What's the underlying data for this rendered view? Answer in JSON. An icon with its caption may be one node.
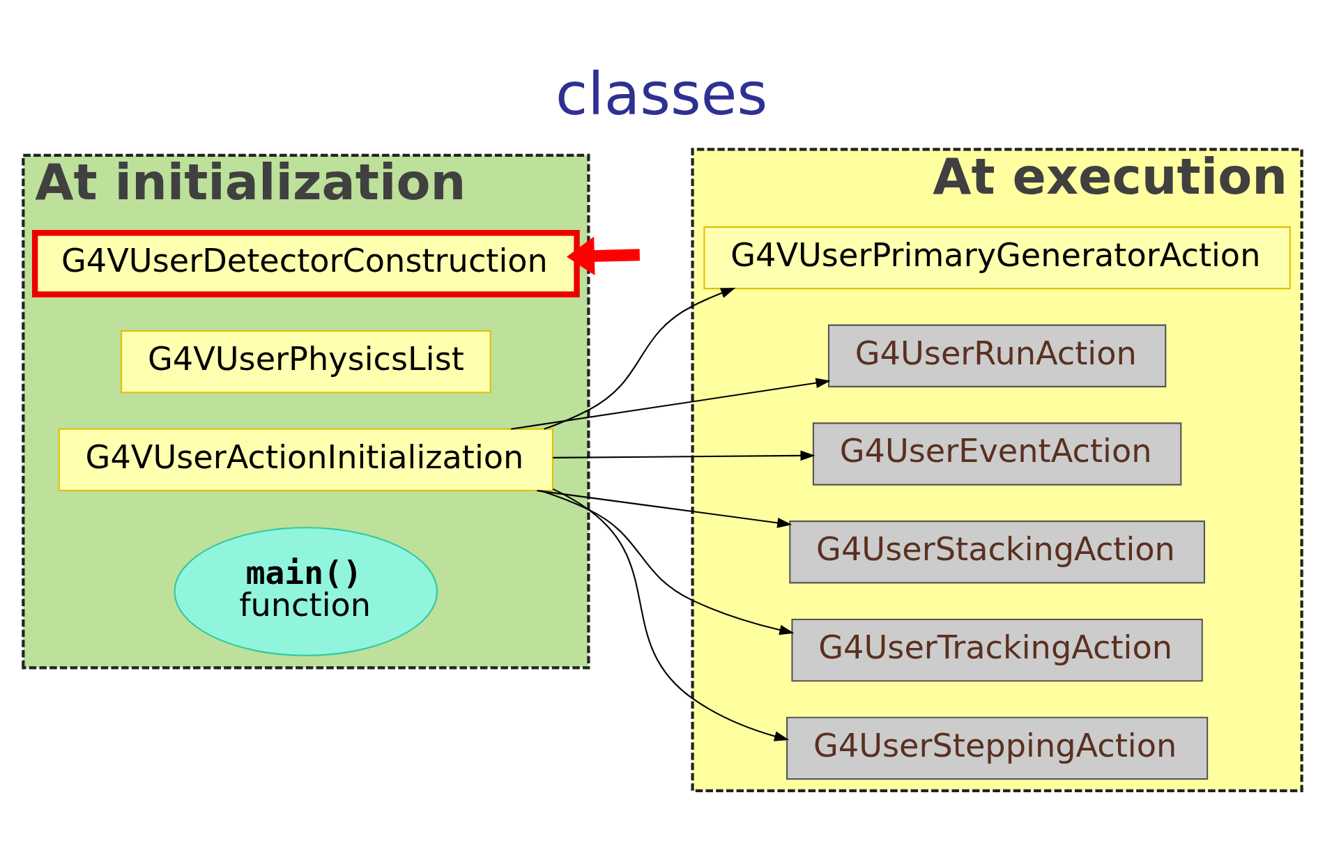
{
  "diagram": {
    "title": "classes",
    "nodes": [
      {
        "text": [
          "At initialization"
        ]
      },
      {
        "text": [
          "G4VUserDetectorConstruction"
        ],
        "in": 0
      },
      {
        "text": [
          "G4VUserPhysicsList"
        ],
        "in": 0
      },
      {
        "text": [
          "G4VUserActionInitialization"
        ],
        "in": 0
      },
      {
        "text": [
          "main()",
          "function"
        ],
        "in": 0
      },
      {
        "text": [
          "At execution"
        ]
      },
      {
        "text": [
          "G4VUserPrimaryGeneratorAction"
        ],
        "in": 5
      },
      {
        "text": [
          "G4UserRunAction"
        ],
        "in": 5
      },
      {
        "text": [
          "G4UserEventAction"
        ],
        "in": 5
      },
      {
        "text": [
          "G4UserStackingAction"
        ],
        "in": 5
      },
      {
        "text": [
          "G4UserTrackingAction"
        ],
        "in": 5
      },
      {
        "text": [
          "G4UserSteppingAction"
        ],
        "in": 5
      }
    ],
    "edges": [
      {
        "from": null,
        "to": 1,
        "arrow": "to",
        "style": "thick",
        "color": "#ff0000"
      },
      {
        "from": 3,
        "to": 6,
        "arrow": "to"
      },
      {
        "from": 3,
        "to": 7,
        "arrow": "to"
      },
      {
        "from": 3,
        "to": 8,
        "arrow": "to"
      },
      {
        "from": 3,
        "to": 9,
        "arrow": "to"
      },
      {
        "from": 3,
        "to": 10,
        "arrow": "to"
      },
      {
        "from": 3,
        "to": 11,
        "arrow": "to"
      }
    ]
  }
}
